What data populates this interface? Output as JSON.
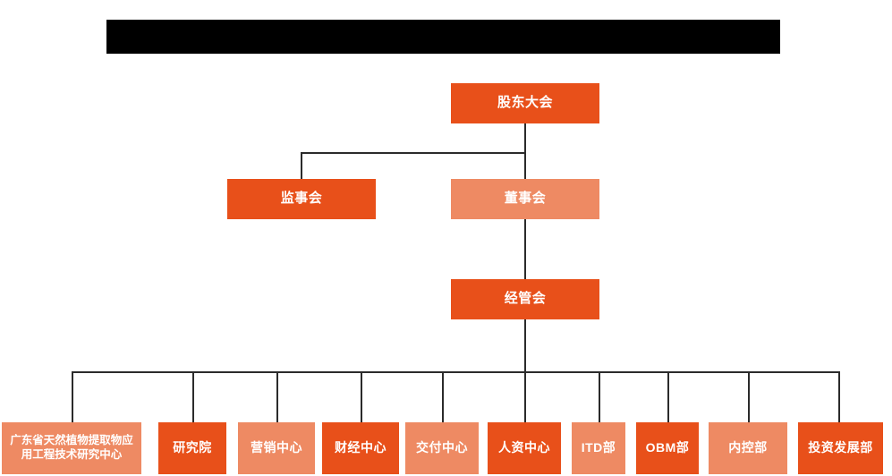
{
  "chart_data": {
    "type": "diagram",
    "diagram_type": "organization-chart",
    "title": "",
    "orientation": "top-down",
    "colors": {
      "dark_orange": "#E8501A",
      "light_orange": "#EE8A63",
      "connector": "#2b2b2b",
      "redaction": "#000000",
      "background": "#ffffff",
      "node_text": "#ffffff"
    },
    "levels": [
      {
        "level": 1,
        "nodes": [
          "shareholders_meeting"
        ]
      },
      {
        "level": 2,
        "nodes": [
          "board_of_supervisors",
          "board_of_directors"
        ]
      },
      {
        "level": 3,
        "nodes": [
          "management_committee"
        ]
      },
      {
        "level": 4,
        "nodes": [
          "departments"
        ]
      }
    ],
    "edges": [
      {
        "from": "shareholders_meeting",
        "to": "board_of_supervisors"
      },
      {
        "from": "shareholders_meeting",
        "to": "board_of_directors"
      },
      {
        "from": "board_of_directors",
        "to": "management_committee"
      },
      {
        "from": "management_committee",
        "to": "departments"
      }
    ]
  },
  "header": {
    "redaction_bar_label": ""
  },
  "nodes": {
    "shareholders_meeting": {
      "label": "股东大会",
      "shade": "dark"
    },
    "board_of_supervisors": {
      "label": "监事会",
      "shade": "dark"
    },
    "board_of_directors": {
      "label": "董事会",
      "shade": "light"
    },
    "management_committee": {
      "label": "经管会",
      "shade": "dark"
    }
  },
  "departments": [
    {
      "label_line1": "广东省天然植物提取物应",
      "label_line2": "用工程技术研究中心",
      "label": "广东省天然植物提取物应用工程技术研究中心",
      "shade": "light"
    },
    {
      "label": "研究院",
      "shade": "dark"
    },
    {
      "label": "营销中心",
      "shade": "light"
    },
    {
      "label": "财经中心",
      "shade": "dark"
    },
    {
      "label": "交付中心",
      "shade": "light"
    },
    {
      "label": "人资中心",
      "shade": "dark"
    },
    {
      "label": "ITD部",
      "shade": "light"
    },
    {
      "label": "OBM部",
      "shade": "dark"
    },
    {
      "label": "内控部",
      "shade": "light"
    },
    {
      "label": "投资发展部",
      "shade": "dark"
    }
  ]
}
